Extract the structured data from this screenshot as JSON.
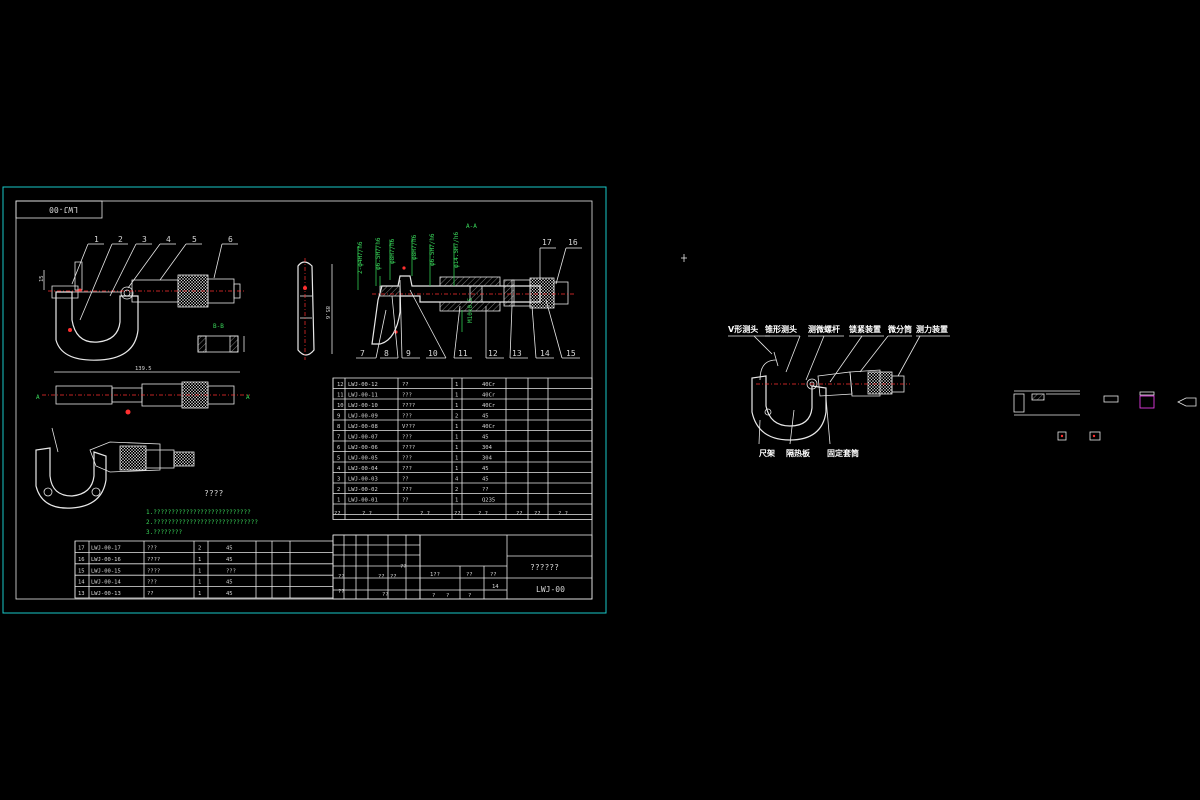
{
  "drawing": {
    "code_stamp": "LWJ-00",
    "section_label": "A-A",
    "section_b_label": "B-B",
    "view_arrow_label": "A",
    "dim_overall_length": "139.5",
    "dim_height": "85.6",
    "dim_frame_left": "15",
    "technical_title": "????",
    "notes": [
      "1.???????????????????????????",
      "2.?????????????????????????????",
      "3.????????"
    ],
    "leader_numbers_left": [
      "1",
      "2",
      "3",
      "4",
      "5",
      "6"
    ],
    "leader_numbers_section_top": [
      "17",
      "16"
    ],
    "leader_numbers_section_bottom": [
      "7",
      "8",
      "9",
      "10",
      "11",
      "12",
      "13",
      "14",
      "15"
    ],
    "fit_dims": [
      "2-φ4H7/h6",
      "φ6.5H7/h6",
      "φ8H7/h6",
      "φ8H7/h6",
      "φ6.5H7/h6",
      "φ14.5H7/h6",
      "M10x0.5"
    ]
  },
  "bom_upper": {
    "rows": [
      {
        "no": "12",
        "code": "LWJ-00-12",
        "name": "??",
        "qty": "1",
        "mat": "40Cr"
      },
      {
        "no": "11",
        "code": "LWJ-00-11",
        "name": "???",
        "qty": "1",
        "mat": "40Cr"
      },
      {
        "no": "10",
        "code": "LWJ-00-10",
        "name": "????",
        "qty": "1",
        "mat": "40Cr"
      },
      {
        "no": "9",
        "code": "LWJ-00-09",
        "name": "???",
        "qty": "2",
        "mat": "45"
      },
      {
        "no": "8",
        "code": "LWJ-00-08",
        "name": "V???",
        "qty": "1",
        "mat": "40Cr"
      },
      {
        "no": "7",
        "code": "LWJ-00-07",
        "name": "???",
        "qty": "1",
        "mat": "45"
      },
      {
        "no": "6",
        "code": "LWJ-00-06",
        "name": "????",
        "qty": "1",
        "mat": "304"
      },
      {
        "no": "5",
        "code": "LWJ-00-05",
        "name": "???",
        "qty": "1",
        "mat": "304"
      },
      {
        "no": "4",
        "code": "LWJ-00-04",
        "name": "???",
        "qty": "1",
        "mat": "45"
      },
      {
        "no": "3",
        "code": "LWJ-00-03",
        "name": "??",
        "qty": "4",
        "mat": "45"
      },
      {
        "no": "2",
        "code": "LWJ-00-02",
        "name": "???",
        "qty": "2",
        "mat": "??"
      },
      {
        "no": "1",
        "code": "LWJ-00-01",
        "name": "??",
        "qty": "1",
        "mat": "Q235"
      }
    ],
    "header": [
      "??",
      "? ?",
      "? ?",
      "??",
      "? ?",
      "??",
      "??",
      "? ?"
    ]
  },
  "bom_lower": {
    "rows": [
      {
        "no": "17",
        "code": "LWJ-00-17",
        "name": "???",
        "qty": "2",
        "mat": "45"
      },
      {
        "no": "16",
        "code": "LWJ-00-16",
        "name": "????",
        "qty": "1",
        "mat": "45"
      },
      {
        "no": "15",
        "code": "LWJ-00-15",
        "name": "????",
        "qty": "1",
        "mat": "???"
      },
      {
        "no": "14",
        "code": "LWJ-00-14",
        "name": "???",
        "qty": "1",
        "mat": "45"
      },
      {
        "no": "13",
        "code": "LWJ-00-13",
        "name": "??",
        "qty": "1",
        "mat": "45"
      }
    ]
  },
  "title_block": {
    "drawing_name": "??????",
    "drawing_code": "LWJ-00",
    "cells": [
      "??",
      "??",
      "??",
      "??",
      "1??",
      "??",
      "??",
      "14",
      "??",
      "??",
      "?",
      "?",
      "?"
    ]
  },
  "right_labels": {
    "top": [
      "V形测头",
      "锥形测头",
      "测微螺杆",
      "锁紧装置",
      "微分筒",
      "测力装置"
    ],
    "bottom": [
      "尺架",
      "隔热板",
      "固定套筒"
    ]
  },
  "colors": {
    "frame": "#19c8c8",
    "lines": "#e8e8e8",
    "green": "#30c850",
    "red": "#ff3030",
    "magenta": "#ff40ff"
  }
}
